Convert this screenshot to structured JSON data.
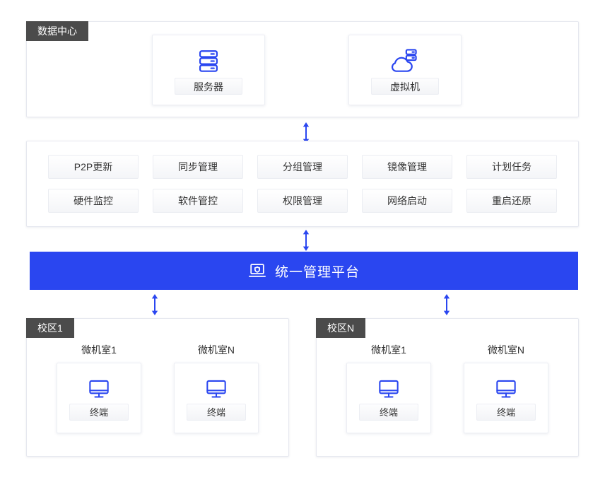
{
  "diagram": {
    "colors": {
      "brand_blue": "#2a46f0",
      "chip_dark": "#4b4b4b",
      "panel_bg": "#ffffff",
      "page_bg": "#ffffff",
      "text": "#333333"
    },
    "data_center": {
      "chip_label": "数据中心",
      "cards": [
        {
          "icon": "server-icon",
          "label": "服务器"
        },
        {
          "icon": "virtual-machine-cloud-icon",
          "label": "虚拟机"
        }
      ]
    },
    "features": {
      "row1": [
        "P2P更新",
        "同步管理",
        "分组管理",
        "镜像管理",
        "计划任务"
      ],
      "row2": [
        "硬件监控",
        "软件管控",
        "权限管理",
        "网络启动",
        "重启还原"
      ]
    },
    "platform": {
      "icon": "laptop-shield-icon",
      "label": "统一管理平台"
    },
    "campuses": [
      {
        "chip_label": "校区1",
        "rooms": [
          {
            "title": "微机室1",
            "icon": "monitor-icon",
            "label": "终端"
          },
          {
            "title": "微机室N",
            "icon": "monitor-icon",
            "label": "终端"
          }
        ]
      },
      {
        "chip_label": "校区N",
        "rooms": [
          {
            "title": "微机室1",
            "icon": "monitor-icon",
            "label": "终端"
          },
          {
            "title": "微机室N",
            "icon": "monitor-icon",
            "label": "终端"
          }
        ]
      }
    ],
    "connectors": [
      {
        "name": "data-center-to-features",
        "type": "double-headed-vertical-arrow"
      },
      {
        "name": "features-to-platform",
        "type": "double-headed-vertical-arrow"
      },
      {
        "name": "platform-to-campus-1",
        "type": "double-headed-vertical-arrow"
      },
      {
        "name": "platform-to-campus-n",
        "type": "double-headed-vertical-arrow"
      }
    ]
  }
}
